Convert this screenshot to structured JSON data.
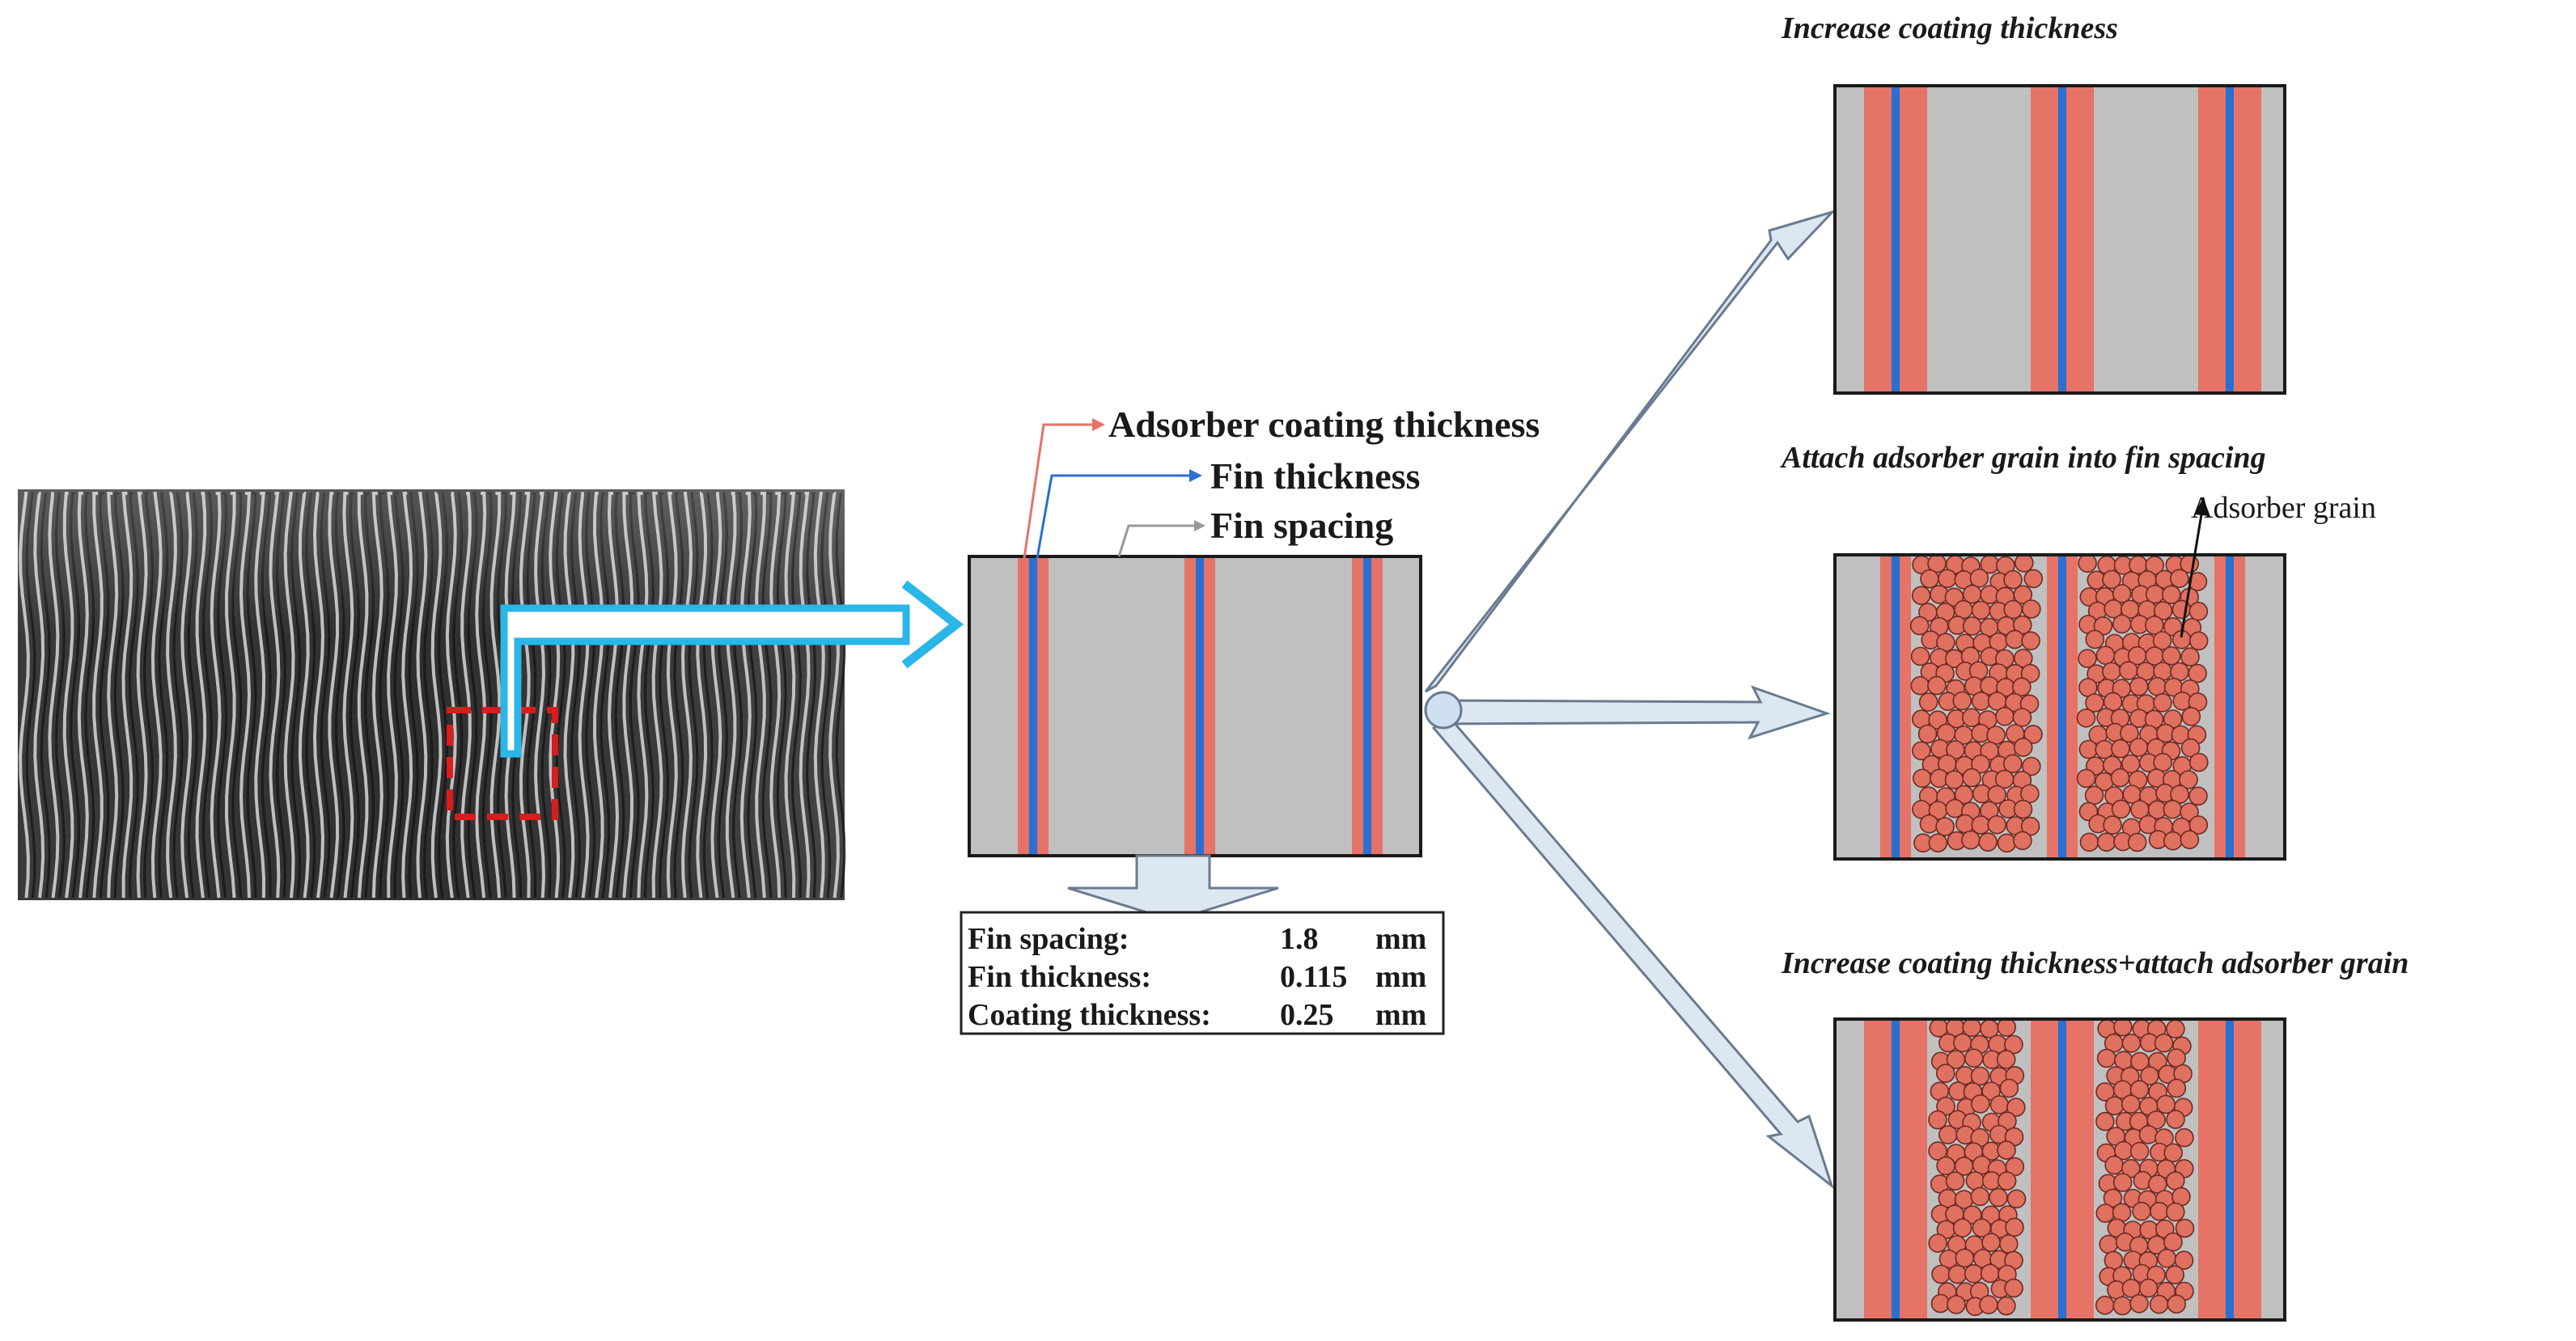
{
  "labels": {
    "coating_thickness": "Adsorber coating thickness",
    "fin_thickness": "Fin thickness",
    "fin_spacing": "Fin spacing",
    "case_1": "Increase coating thickness",
    "case_2": "Attach adsorber grain into fin spacing",
    "case_3": "Increase coating thickness+attach adsorber grain",
    "adsorber_grain": "Adsorber grain"
  },
  "spec_table": {
    "rows": [
      {
        "name": "Fin spacing:",
        "value": "1.8",
        "unit": "mm"
      },
      {
        "name": "Fin thickness:",
        "value": "0.115",
        "unit": "mm"
      },
      {
        "name": "Coating thickness:",
        "value": "0.25",
        "unit": "mm"
      }
    ]
  },
  "colors": {
    "gap": "#c0c0c0",
    "coating": "#e57366",
    "fin": "#2a6fd1",
    "grain": "#e07060",
    "pointer_arrow": "#29b6e8",
    "branch_arrow": "#dde7f1",
    "highlight_box": "#d91c1c"
  },
  "icons": {
    "photo": "finned-heat-exchanger-photo"
  }
}
